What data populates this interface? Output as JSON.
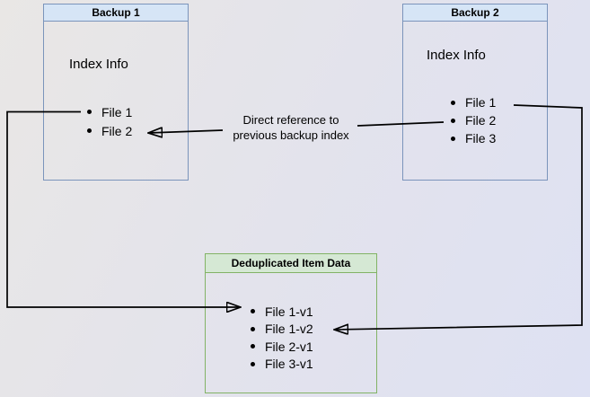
{
  "diagram": {
    "nodes": {
      "backup1": {
        "title": "Backup 1",
        "section_label": "Index Info",
        "items": [
          "File 1",
          "File 2"
        ]
      },
      "backup2": {
        "title": "Backup 2",
        "section_label": "Index Info",
        "items": [
          "File 1",
          "File 2",
          "File 3"
        ]
      },
      "dedup": {
        "title": "Deduplicated Item Data",
        "items": [
          "File 1-v1",
          "File 1-v2",
          "File 2-v1",
          "File 3-v1"
        ]
      }
    },
    "edges": {
      "direct_reference": {
        "label_line1": "Direct reference to",
        "label_line2": "previous backup index"
      }
    },
    "colors": {
      "blue_fill": "#d6e5f6",
      "blue_border": "#7b94bb",
      "green_fill": "#d5e8d4",
      "green_border": "#82b366",
      "arrow": "#000000",
      "bg_top_left": "#e9e7e5",
      "bg_bottom_right": "#dee1f3"
    }
  }
}
